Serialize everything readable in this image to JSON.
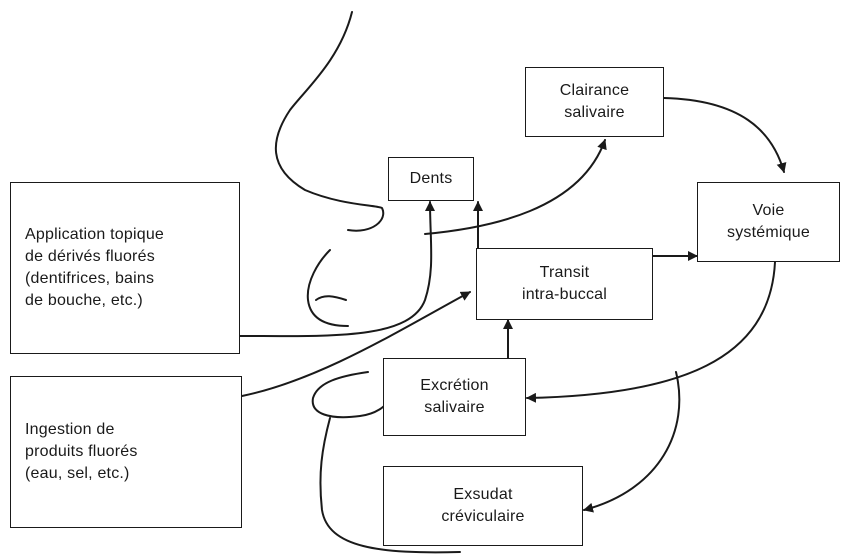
{
  "nodes": {
    "dents": "Dents",
    "clairance": "Clairance\nsalivaire",
    "voie": "Voie\nsystémique",
    "transit": "Transit\nintra-buccal",
    "application": "Application topique\nde dérivés fluorés\n(dentifrices, bains\nde bouche, etc.)",
    "ingestion": "Ingestion de\nproduits fluorés\n(eau, sel, etc.)",
    "excretion": "Excrétion\nsalivaire",
    "exsudat": "Exsudat\ncréviculaire"
  },
  "colors": {
    "stroke": "#1a1a1a",
    "background": "#ffffff"
  }
}
